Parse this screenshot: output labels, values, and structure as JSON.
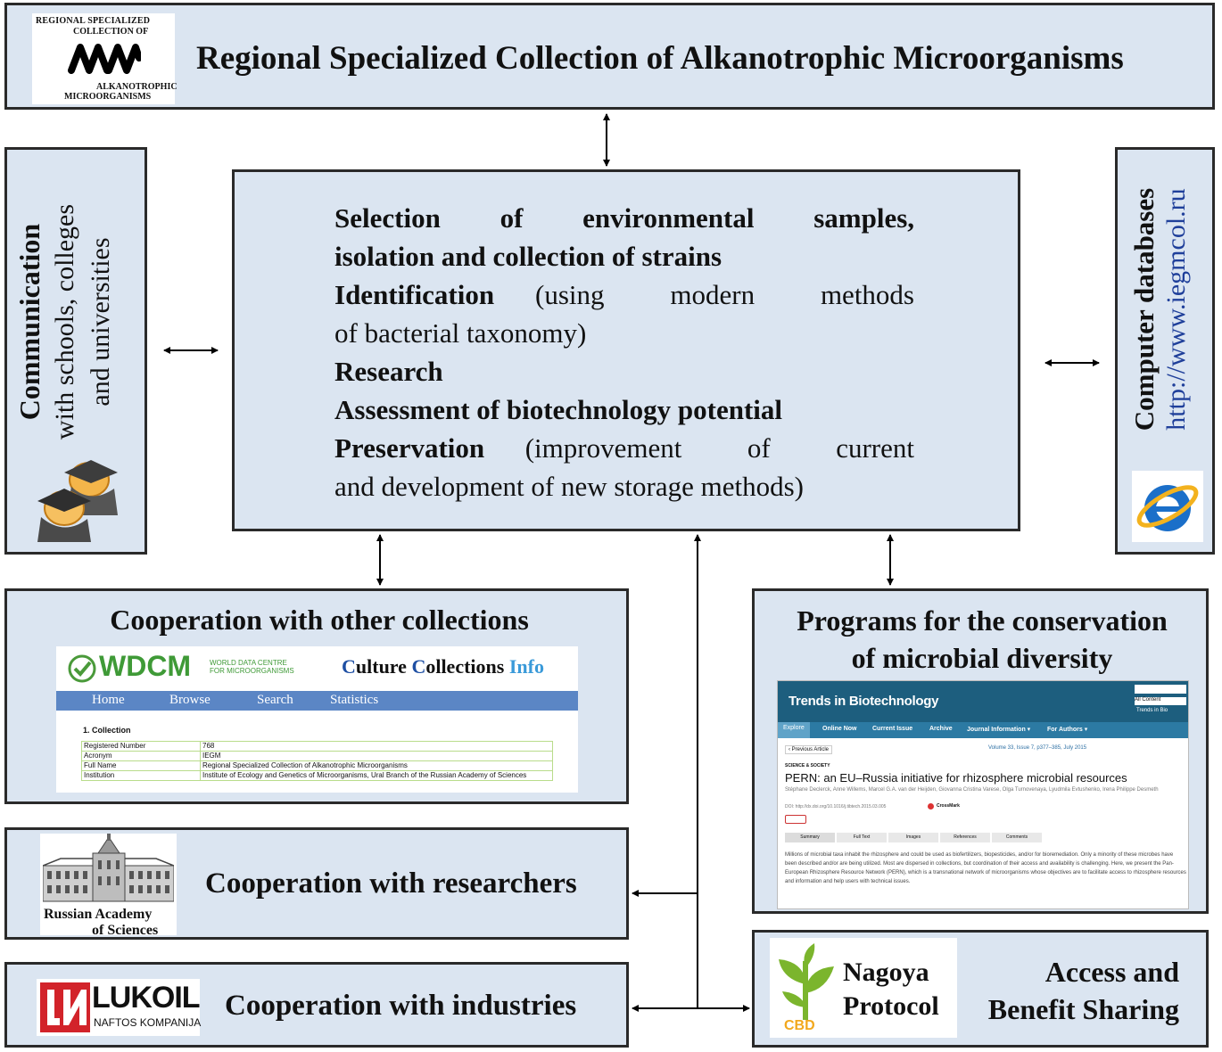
{
  "header": {
    "title": "Regional Specialized Collection of Alkanotrophic Microorganisms",
    "logo": {
      "line1": "REGIONAL SPECIALIZED",
      "line2": "COLLECTION OF",
      "line3": "ALKANOTROPHIC",
      "line4": "MICROORGANISMS"
    }
  },
  "center": {
    "l1a": "Selection",
    "l1b": "of",
    "l1c": "environmental",
    "l1d": "samples,",
    "l2": "isolation and collection of strains",
    "l3_bold": "Identification",
    "l3_rest": "(using modern methods",
    "l4": "of bacterial taxonomy)",
    "l5": "Research",
    "l6": "Assessment of biotechnology potential",
    "l7_bold": "Preservation",
    "l7_rest": "(improvement of current",
    "l8": "and development of new storage methods)"
  },
  "left_box": {
    "title": "Communication",
    "line2": "with schools, colleges",
    "line3": "and universities"
  },
  "right_box": {
    "title": "Computer databases",
    "url": "http://www.iegmcol.ru"
  },
  "coop_collections": {
    "title": "Cooperation with other collections",
    "wdcm": {
      "logo": "WDCM",
      "logo_sub1": "WORLD DATA CENTRE",
      "logo_sub2": "FOR MICROORGANISMS",
      "site_c1": "C",
      "site_w1": "ulture ",
      "site_c2": "C",
      "site_w2": "ollections ",
      "site_info": "Info",
      "nav": [
        "Home",
        "Browse",
        "Search",
        "Statistics"
      ],
      "section": "1. Collection",
      "rows": [
        [
          "Registered Number",
          "768"
        ],
        [
          "Acronym",
          "IEGM"
        ],
        [
          "Full Name",
          "Regional Specialized Collection of Alkanotrophic Microorganisms"
        ],
        [
          "Institution",
          "Institute of Ecology and Genetics of Microorganisms, Ural Branch of the Russian Academy of Sciences"
        ]
      ]
    }
  },
  "programs": {
    "title1": "Programs for the conservation",
    "title2": "of microbial diversity",
    "journal": {
      "name": "Trends in Biotechnology",
      "search_opt": "All Content",
      "search_opt2": "Trends in Bio",
      "nav": [
        "Explore",
        "Online Now",
        "Current Issue",
        "Archive",
        "Journal Information ▾",
        "For Authors ▾"
      ],
      "prev": "‹ Previous Article",
      "volume": "Volume 33, Issue 7, p377–385, July 2015",
      "section": "SCIENCE & SOCIETY",
      "article_title": "PERN: an EU–Russia initiative for rhizosphere microbial resources",
      "authors": "Stéphane Declerck, Anne Willems, Marcel G.A. van der Heijden, Giovanna Cristina Varese, Olga Turnovenaya, Lyudmila Evtushenko, Irena Philippe Desmeth",
      "doi": "DOI: http://dx.doi.org/10.1016/j.tibtech.2015.03.005",
      "crossmark": "CrossMark",
      "tabs": [
        "Summary",
        "Full Text",
        "Images",
        "References",
        "Comments"
      ],
      "abstract": "Millions of microbial taxa inhabit the rhizosphere and could be used as biofertilizers, biopesticides, and/or for bioremediation. Only a minority of these microbes have been described and/or are being utilized. Most are dispersed in collections, but coordination of their access and availability is challenging. Here, we present the Pan-European Rhizosphere Resource Network (PERN), which is a transnational network of microorganisms whose objectives are to facilitate access to rhizosphere resources and information and help users with technical issues."
    }
  },
  "researchers": {
    "label": "Cooperation with researchers",
    "logo_line1": "Russian Academy",
    "logo_line2": "of Sciences"
  },
  "industries": {
    "label": "Cooperation with industries",
    "logo_name": "LUKOIL",
    "logo_sub": "NAFTOS KOMPANIJA"
  },
  "nagoya": {
    "line1": "Nagoya",
    "line2": "Protocol",
    "cbd": "CBD",
    "abs1": "Access and",
    "abs2": "Benefit Sharing"
  },
  "colors": {
    "box_fill": "#dbe5f1",
    "border": "#2a2a2a",
    "link_blue": "#1f3f9a",
    "lukoil_red": "#d2232a",
    "cbd_green": "#7bb52d"
  }
}
